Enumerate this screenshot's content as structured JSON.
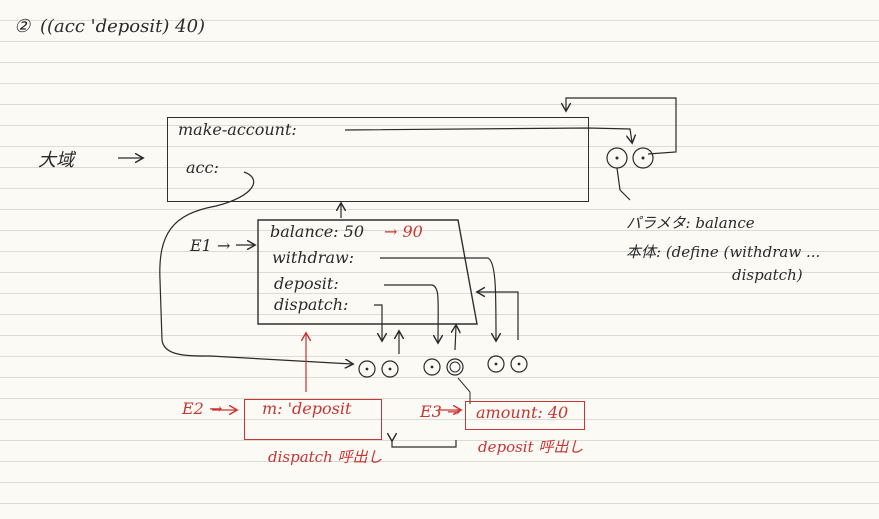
{
  "colors": {
    "ink": "#2a2a2a",
    "red_ink": "#c93434",
    "paper": "#fbfaf4",
    "rule_line": "#dcdcd6"
  },
  "header": {
    "step_mark": "②",
    "expression": "((acc 'deposit) 40)"
  },
  "global_env": {
    "label": "大域",
    "arrow": "→",
    "bindings": [
      {
        "name": "make-account:"
      },
      {
        "name": "acc:"
      }
    ]
  },
  "procedure_note": {
    "params_label": "パラメタ: balance",
    "body_line1": "本体: (define (withdraw ...",
    "body_line2": "dispatch)"
  },
  "e1": {
    "label": "E1 →",
    "bindings": [
      {
        "name": "balance: 50",
        "new_value": "→ 90"
      },
      {
        "name": "withdraw:"
      },
      {
        "name": "deposit:"
      },
      {
        "name": "dispatch:"
      }
    ]
  },
  "e2": {
    "label": "E2 →",
    "binding": "m: 'deposit",
    "caption": "dispatch 呼出し"
  },
  "e3": {
    "label": "E3 →",
    "binding": "amount: 40",
    "caption": "deposit 呼出し"
  }
}
